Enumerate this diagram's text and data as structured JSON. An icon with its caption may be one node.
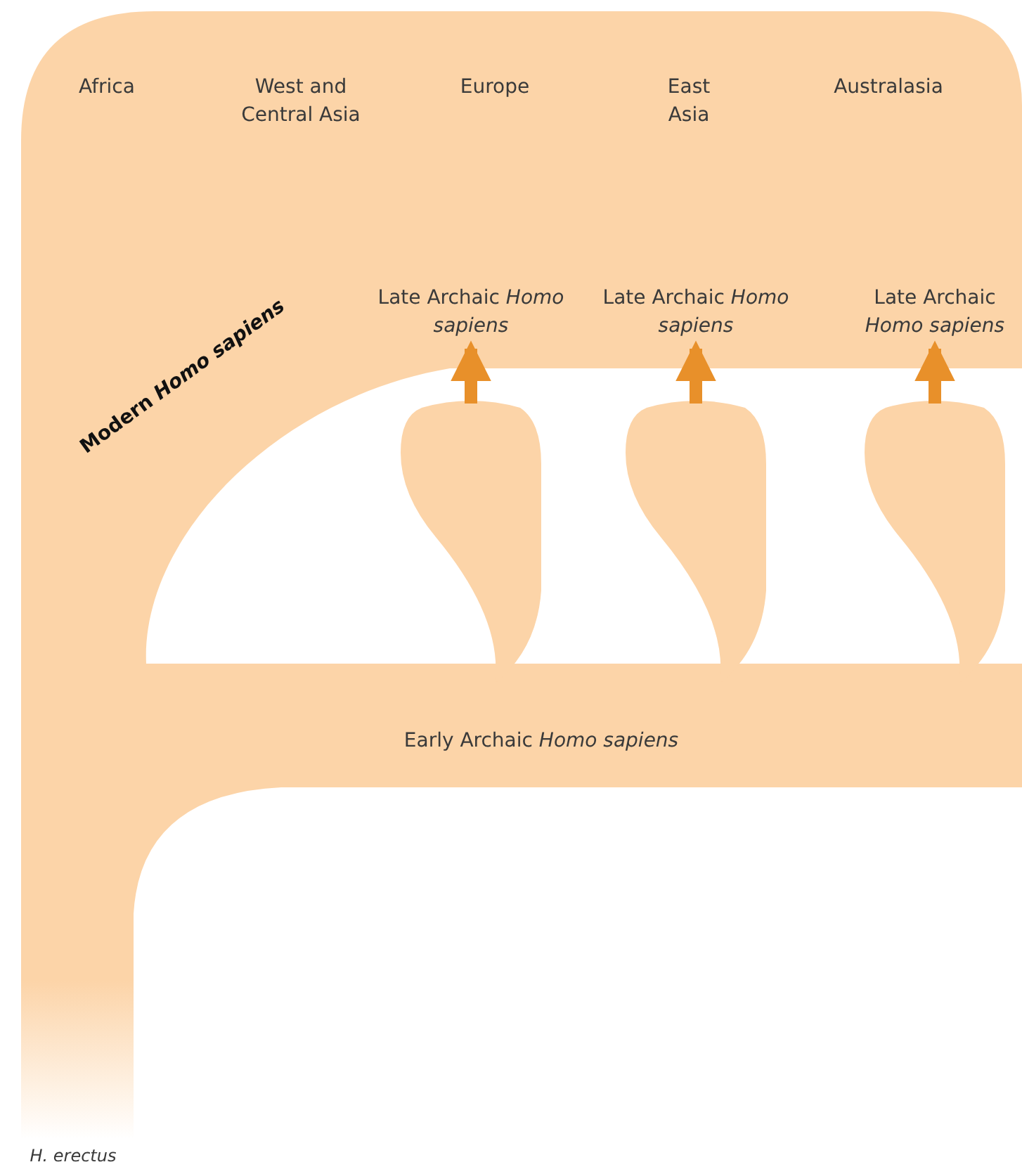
{
  "diagram": {
    "nodes": [
      {
        "text": [
          "Late Archaic *Homo sapiens*"
        ]
      },
      {
        "text": [
          "Late Archaic *Homo sapiens*"
        ]
      },
      {
        "text": [
          "Late Archaic *Homo sapiens*"
        ]
      },
      {
        "text": [],
        "shape": "box"
      },
      {
        "text": [],
        "shape": "box"
      },
      {
        "text": [],
        "shape": "box"
      }
    ],
    "edges": [
      {
        "from": 3,
        "to": 0,
        "arrow": "to"
      },
      {
        "from": 4,
        "to": 1,
        "arrow": "to"
      },
      {
        "from": 5,
        "to": 2,
        "arrow": "to"
      }
    ],
    "labels": [
      "Africa",
      "West and Central Asia",
      "Europe",
      "East Asia",
      "Australasia",
      "Modern *Homo sapiens*",
      "Early Archaic *Homo sapiens*",
      "H. erectus"
    ]
  }
}
